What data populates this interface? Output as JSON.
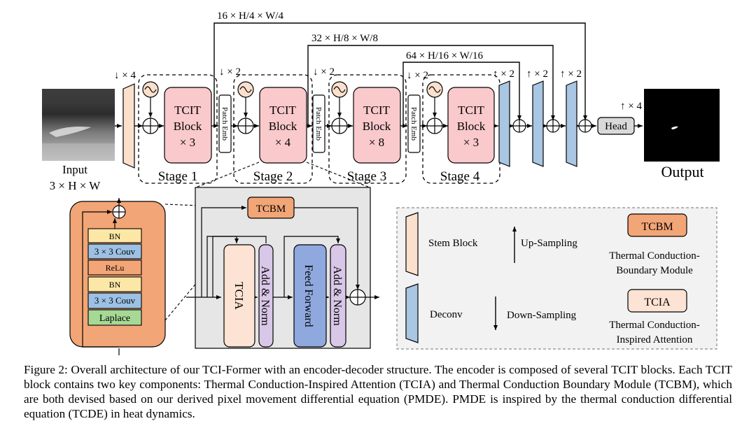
{
  "input": {
    "label": "Input",
    "dims": "3 × H × W"
  },
  "output": {
    "label": "Output"
  },
  "skips": [
    "16 × H/4 × W/4",
    "32 × H/8 × W/8",
    "64 × H/16 × W/16"
  ],
  "scales": {
    "down4": "↓ × 4",
    "down2": "↓ × 2",
    "up2": "↑ × 2",
    "up4": "↑ × 4"
  },
  "stem_label": "",
  "patch_emb": "Patch Emb",
  "head": "Head",
  "tcit_title": "TCIT",
  "tcit_block": "Block",
  "stages": [
    {
      "label": "Stage 1",
      "mult": "× 3"
    },
    {
      "label": "Stage 2",
      "mult": "× 4"
    },
    {
      "label": "Stage 3",
      "mult": "× 8"
    },
    {
      "label": "Stage 4",
      "mult": "× 3"
    }
  ],
  "tcbm_detail": {
    "layers": [
      "BN",
      "3 × 3 Couv",
      "ReLu",
      "BN",
      "3 × 3 Couv",
      "Laplace"
    ]
  },
  "block_detail": {
    "tcbm": "TCBM",
    "tcia": "TCIA",
    "add_norm": "Add & Norm",
    "feed_forward": "Feed Forward"
  },
  "legend": {
    "stem_block": "Stem Block",
    "deconv": "Deconv",
    "up_sampling": "Up-Sampling",
    "down_sampling": "Down-Sampling",
    "tcbm": "TCBM",
    "tcbm_desc_1": "Thermal Conduction-",
    "tcbm_desc_2": "Boundary Module",
    "tcia": "TCIA",
    "tcia_desc_1": "Thermal Conduction-",
    "tcia_desc_2": "Inspired Attention"
  },
  "caption": "Figure 2: Overall architecture of our TCI-Former with an encoder-decoder structure. The encoder is composed of several TCIT blocks. Each TCIT block contains two key components: Thermal Conduction-Inspired Attention (TCIA) and Thermal Conduction Boundary Module (TCBM), which are both devised based on our derived pixel movement differential equation (PMDE). PMDE is inspired by the thermal conduction differential equation (TCDE) in heat dynamics.",
  "colors": {
    "tcit_fill": "#f9c9cb",
    "stem_fill": "#fbe0cd",
    "deconv_fill": "#a9c6e3",
    "tcbm_fill": "#f2a576",
    "tcia_fill": "#fde3d3",
    "addnorm_fill": "#d9c7e8",
    "ff_fill": "#8fa9de",
    "bn_fill": "#fde7a6",
    "conv_fill": "#9cc1e4",
    "laplace_fill": "#a6d995",
    "panel_gray": "#e6e6e6"
  }
}
